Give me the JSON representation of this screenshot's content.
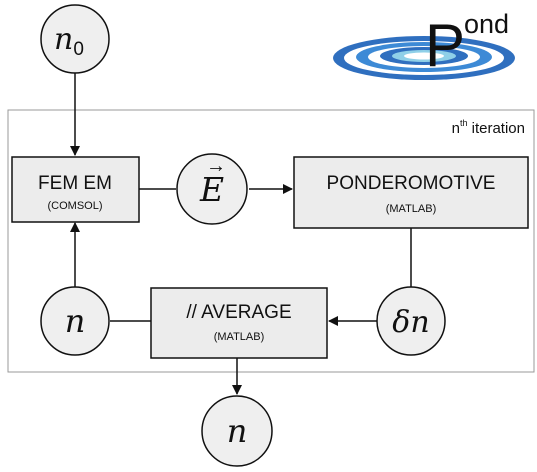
{
  "diagram": {
    "iteration_label": {
      "prefix": "n",
      "sup": "th",
      "suffix": " iteration"
    },
    "logo": {
      "letter": "P",
      "text": "ond"
    },
    "nodes": {
      "n0": {
        "base": "n",
        "sub": "0"
      },
      "E": {
        "text": "E",
        "accent": "→"
      },
      "n_loop": {
        "text": "n"
      },
      "delta_n": {
        "delta": "δ",
        "text": "n"
      },
      "n_out": {
        "text": "n"
      }
    },
    "boxes": {
      "fem": {
        "title": "FEM EM",
        "subtitle": "(COMSOL)"
      },
      "ponderomotive": {
        "title": "PONDEROMOTIVE",
        "subtitle": "(MATLAB)"
      },
      "average": {
        "title": "// AVERAGE",
        "subtitle": "(MATLAB)"
      }
    },
    "colors": {
      "box_fill": "#ececec",
      "node_fill": "#efefef",
      "stroke": "#111111",
      "frame": "#999999",
      "logo_blue_dark": "#2f6fbf",
      "logo_blue_mid": "#3d8ad6",
      "logo_cyan": "#8fd0e8"
    }
  }
}
